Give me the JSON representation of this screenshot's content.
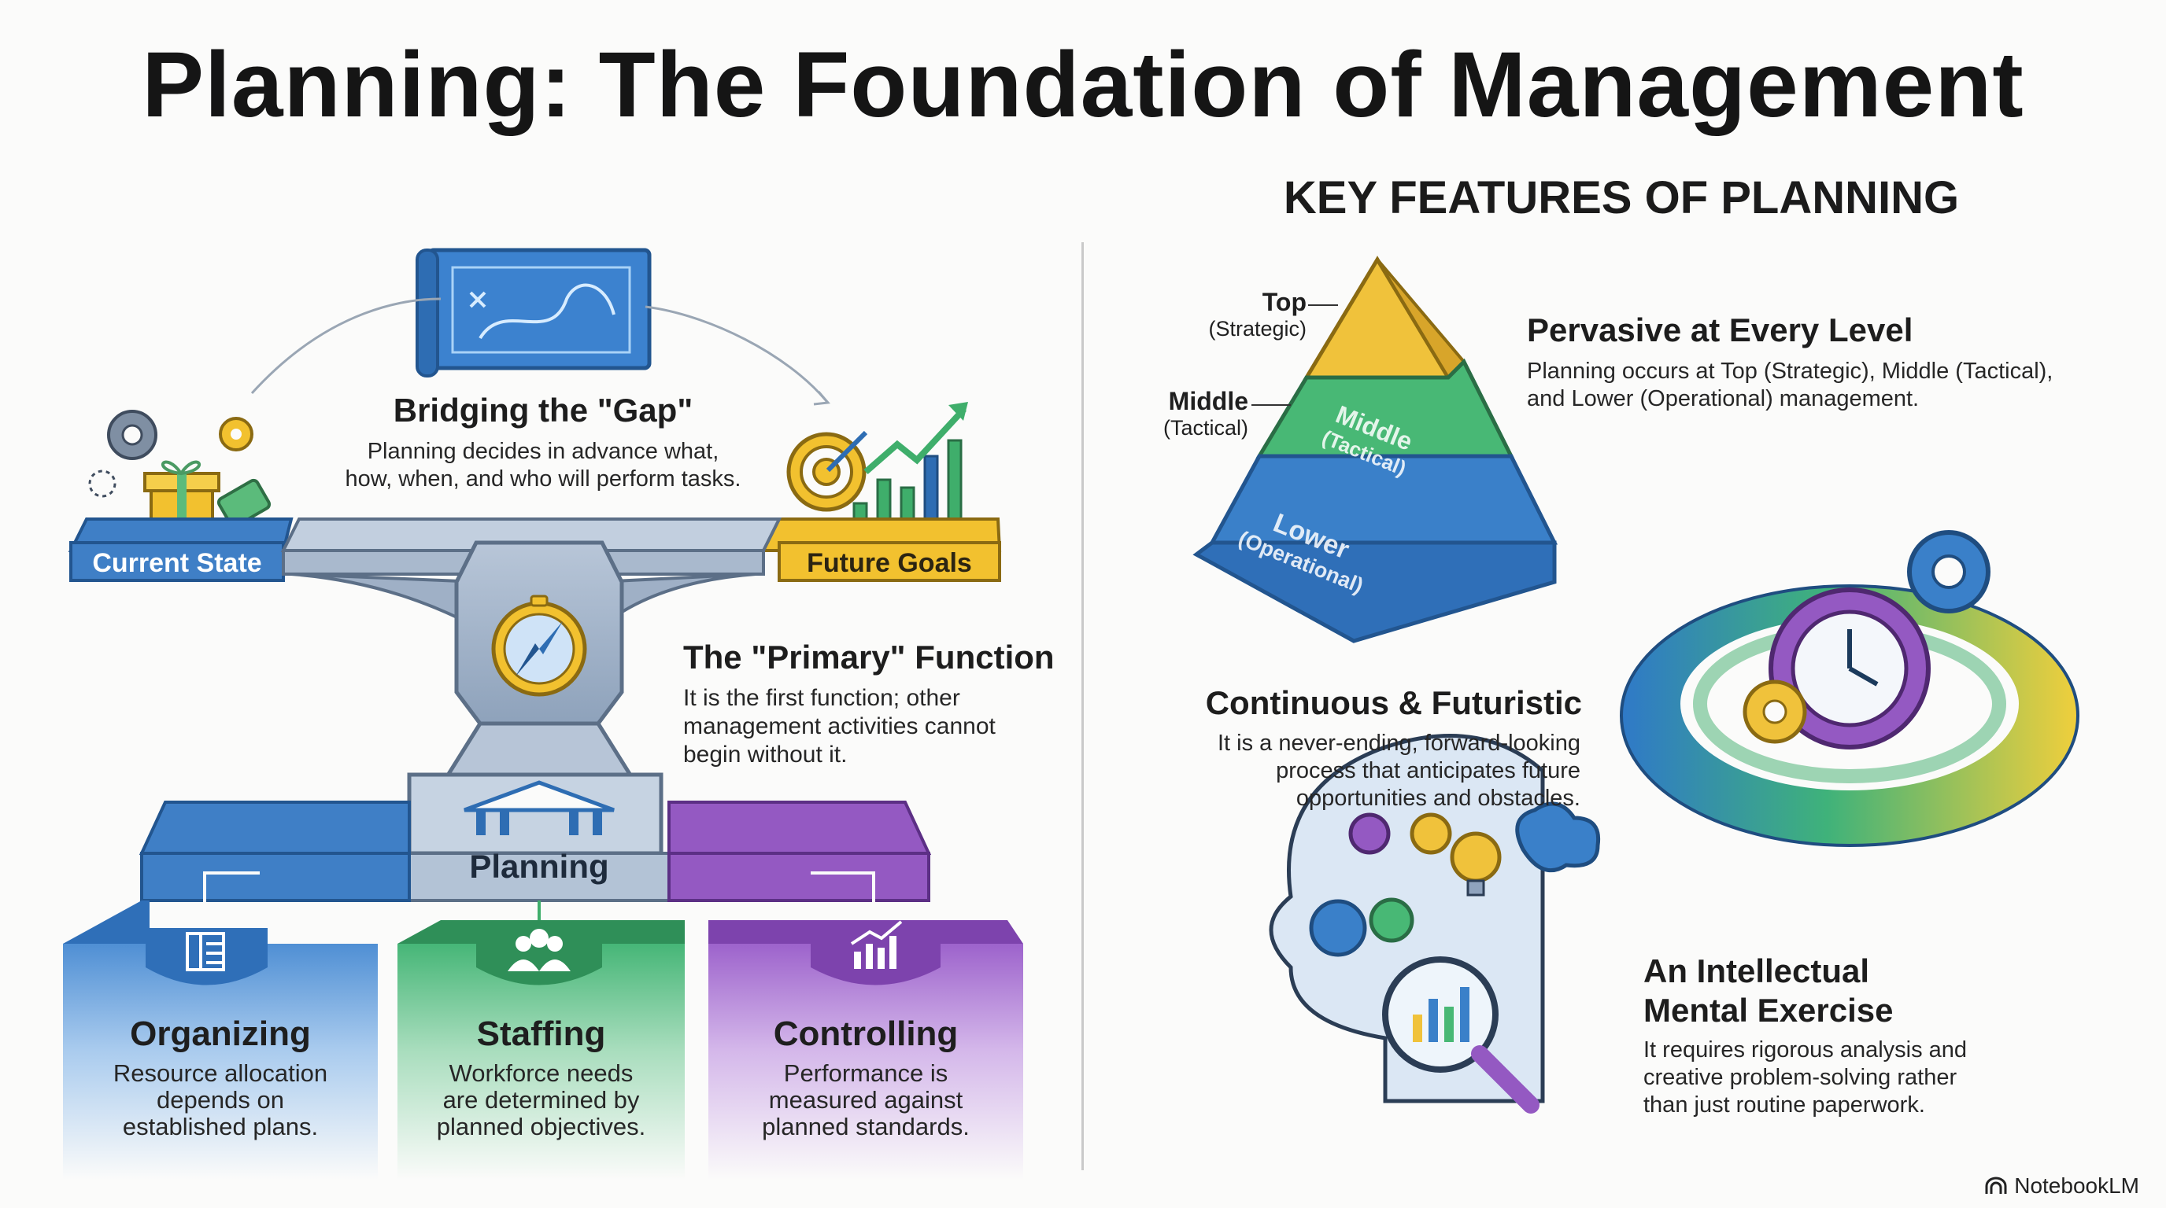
{
  "title": "Planning: The Foundation of Management",
  "features_heading": "KEY FEATURES OF PLANNING",
  "left": {
    "bridge": {
      "title": "Bridging the \"Gap\"",
      "text_line1": "Planning decides in advance what,",
      "text_line2": "how, when, and who will perform tasks."
    },
    "current_state": "Current State",
    "future_goals": "Future Goals",
    "primary": {
      "title": "The \"Primary\" Function",
      "text_line1": "It is the first function; other",
      "text_line2": "management activities cannot",
      "text_line3": "begin without it."
    },
    "planning_label": "Planning",
    "cards": [
      {
        "title": "Organizing",
        "line1": "Resource allocation",
        "line2": "depends on",
        "line3": "established plans.",
        "color": "#3f7fc6"
      },
      {
        "title": "Staffing",
        "line1": "Workforce needs",
        "line2": "are determined by",
        "line3": "planned objectives.",
        "color": "#3fae6b"
      },
      {
        "title": "Controlling",
        "line1": "Performance is",
        "line2": "measured against",
        "line3": "planned standards.",
        "color": "#9459c2"
      }
    ]
  },
  "right": {
    "pyramid": {
      "top_label": "Top",
      "top_sub": "(Strategic)",
      "middle_label": "Middle",
      "middle_sub": "(Tactical)",
      "tier_middle": "Middle",
      "tier_middle_sub": "(Tactical)",
      "tier_lower": "Lower",
      "tier_lower_sub": "(Operational)"
    },
    "pervasive": {
      "title": "Pervasive at Every Level",
      "line1": "Planning occurs at Top (Strategic), Middle (Tactical),",
      "line2": "and Lower (Operational) management."
    },
    "continuous": {
      "title": "Continuous & Futuristic",
      "line1": "It is a never-ending, forward-looking",
      "line2": "process that anticipates future",
      "line3": "opportunities and obstacles."
    },
    "intellectual": {
      "title_line1": "An Intellectual",
      "title_line2": "Mental Exercise",
      "line1": "It requires rigorous analysis and",
      "line2": "creative problem-solving rather",
      "line3": "than just routine paperwork."
    }
  },
  "footer": {
    "brand": "NotebookLM"
  },
  "colors": {
    "blue": "#3f7fc6",
    "green": "#3fae6b",
    "purple": "#9459c2",
    "gold": "#f0c23b",
    "slate": "#8fa3bd"
  }
}
